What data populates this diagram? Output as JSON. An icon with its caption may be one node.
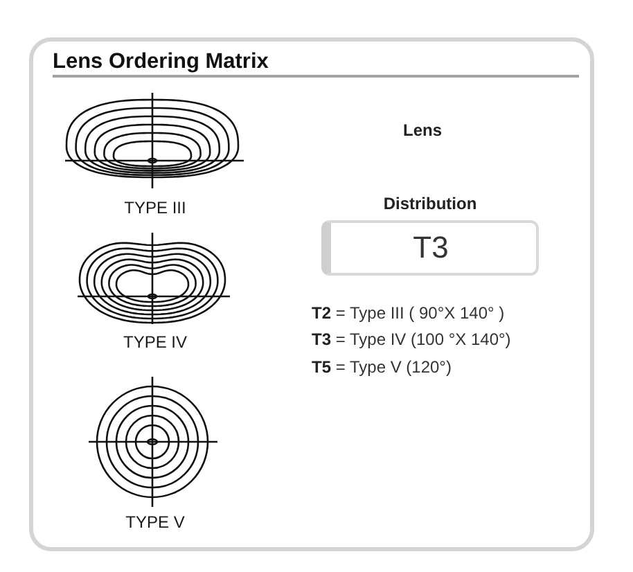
{
  "diagram": {
    "title": "Lens Ordering Matrix",
    "nodes": [
      {
        "text": [
          "Distribution",
          "T3"
        ]
      }
    ],
    "labels": [
      "TYPE III",
      "TYPE IV",
      "TYPE V",
      "Lens",
      "**T2** = Type III ( 90°X 140° )",
      "**T3** = Type IV (100 °X 140°)",
      "**T5** = Type V (120°)"
    ]
  }
}
